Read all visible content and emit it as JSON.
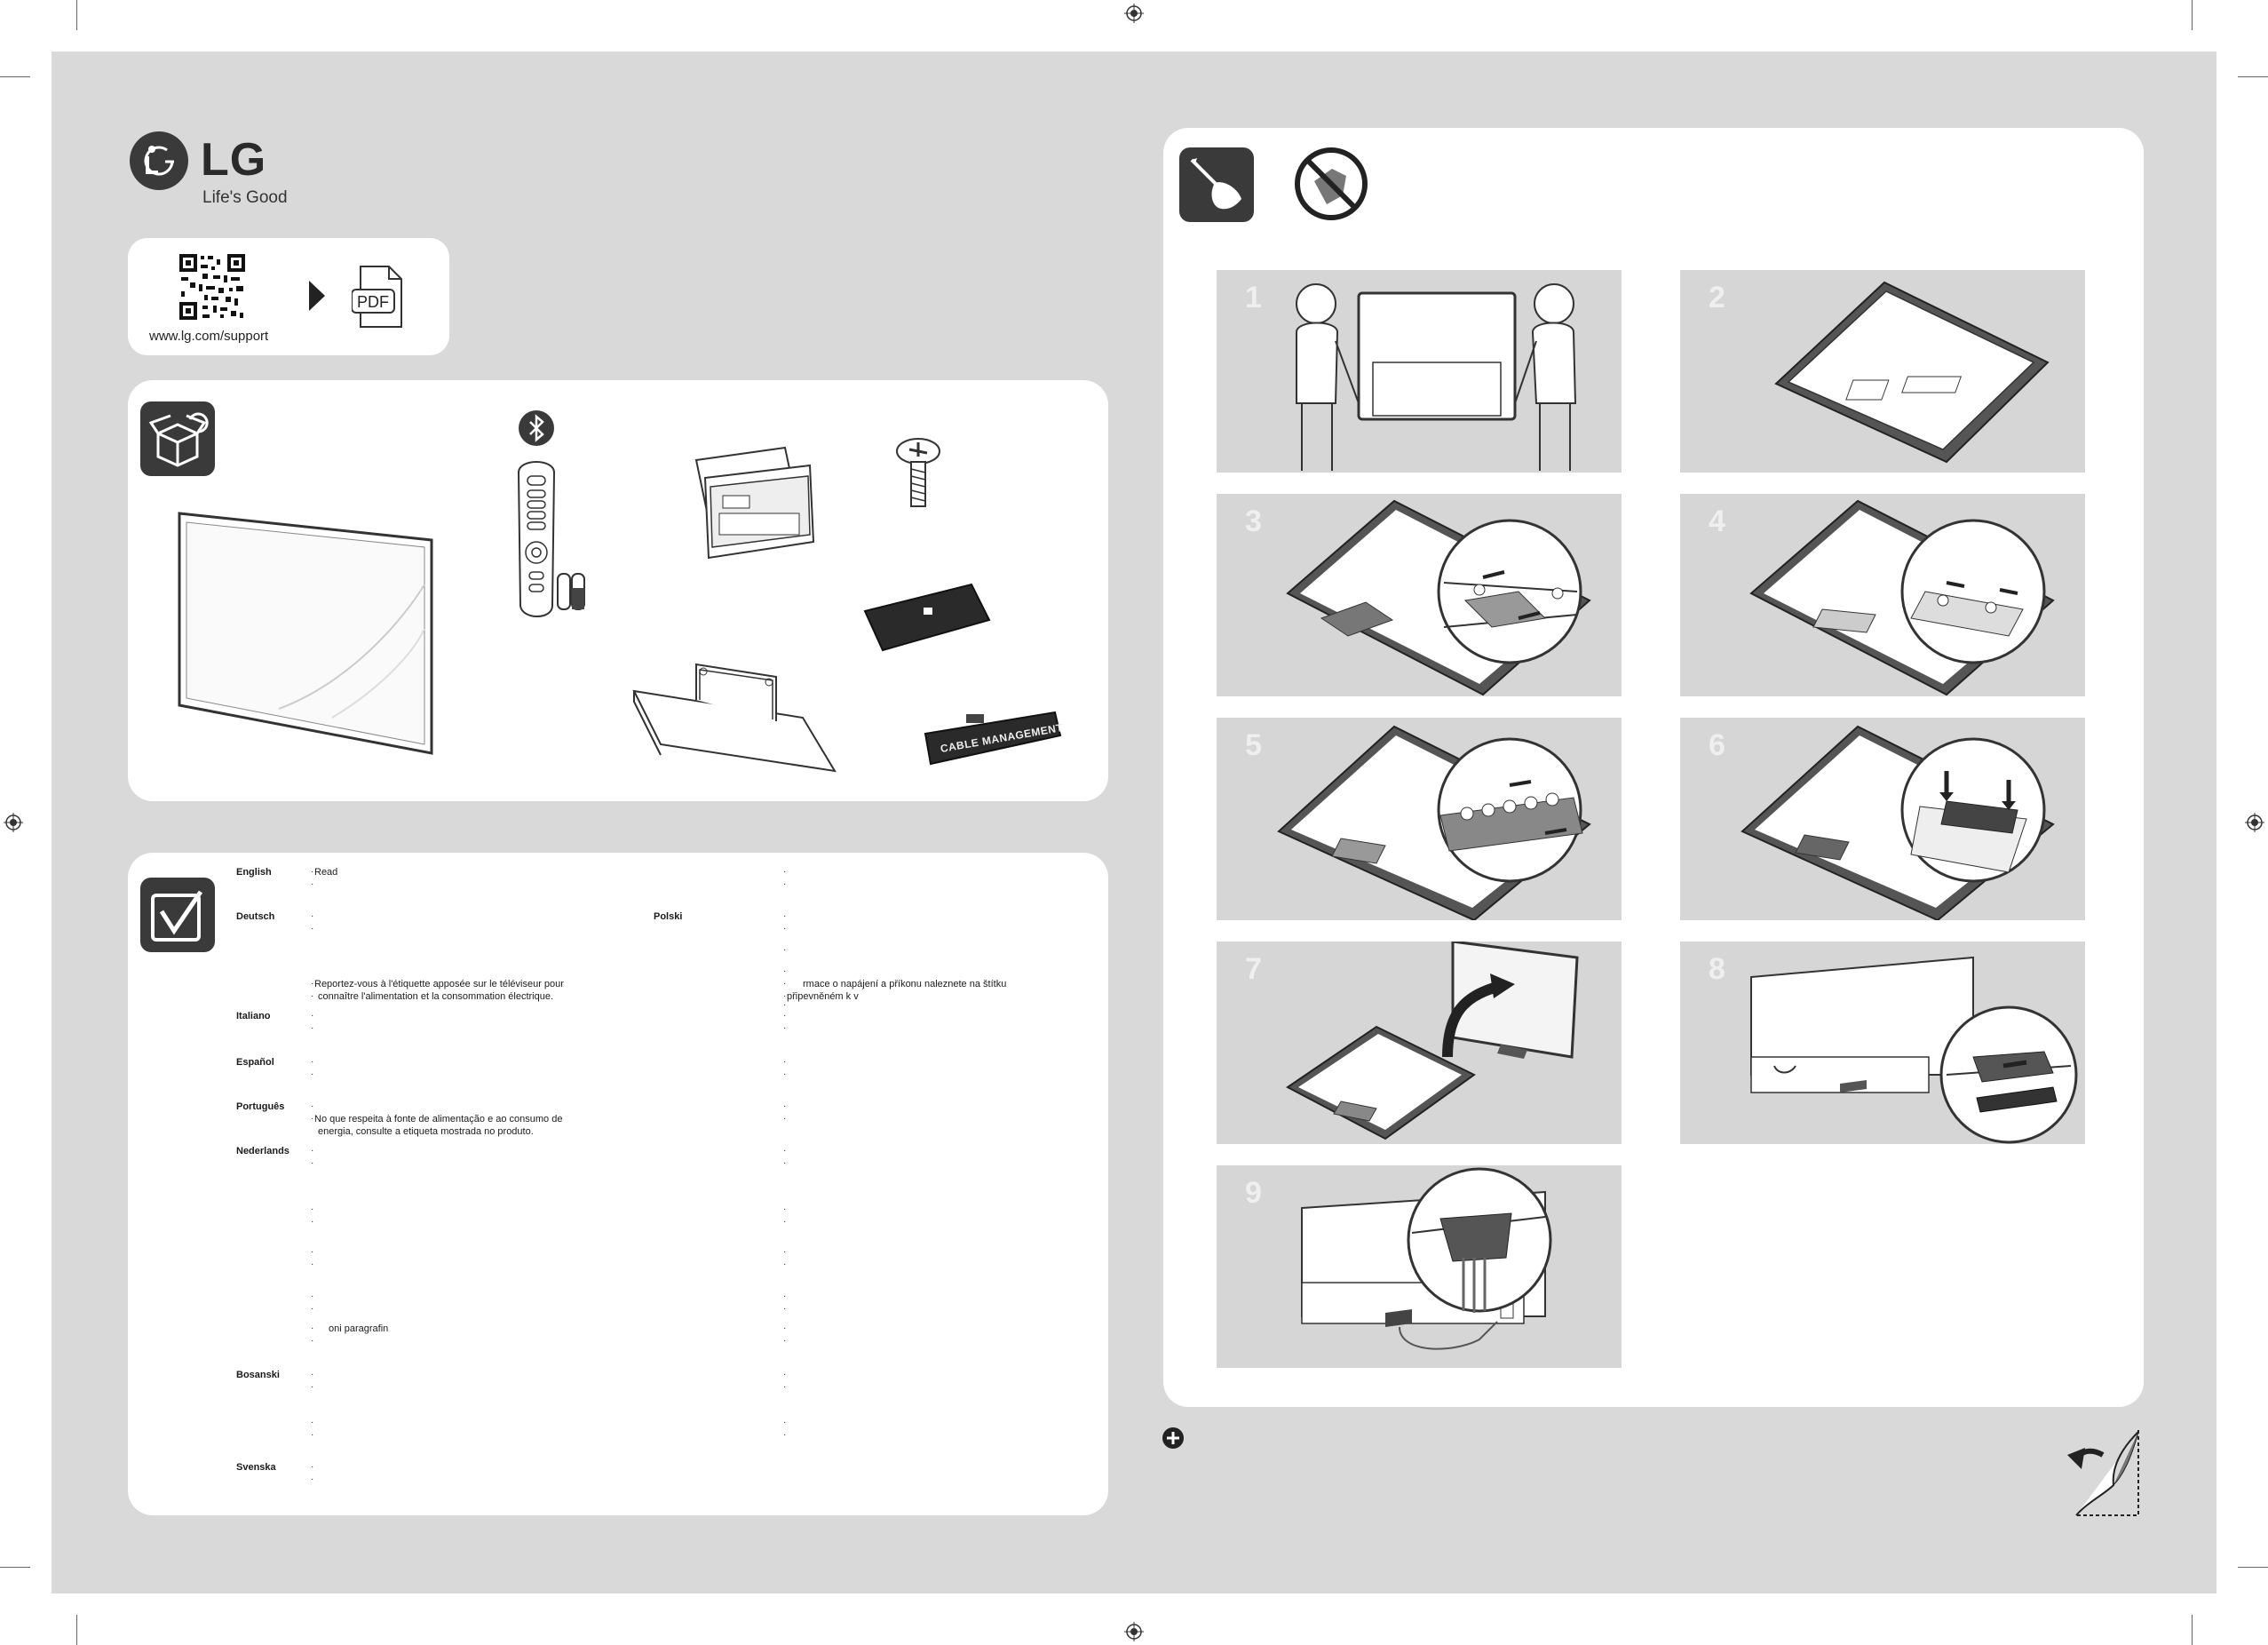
{
  "brand": {
    "name": "LG",
    "tagline": "Life's Good"
  },
  "support": {
    "url": "www.lg.com/support",
    "pdf_label": "PDF"
  },
  "accessories": {
    "cable_label": "CABLE MANAGEMENT"
  },
  "steps": [
    "1",
    "2",
    "3",
    "4",
    "5",
    "6",
    "7",
    "8",
    "9"
  ],
  "languages": {
    "english": "English",
    "deutsch": "Deutsch",
    "polski": "Polski",
    "italiano": "Italiano",
    "espanol": "Español",
    "portugues": "Português",
    "nederlands": "Nederlands",
    "bosanski": "Bosanski",
    "svenska": "Svenska"
  },
  "texts": {
    "english_read": "Read",
    "french_1": "Reportez-vous à l'étiquette apposée sur le téléviseur pour",
    "french_2": "connaître l'alimentation et la consommation électrique.",
    "czech_1": "rmace o napájení a příkonu naleznete na štítku",
    "czech_2": "připevněném k v",
    "portuguese_1": "No que respeita à fonte de alimentação e ao consumo de",
    "portuguese_2": "energia, consulte a etiqueta mostrada no produto.",
    "paragraph": "oni paragrafin"
  },
  "colors": {
    "sheet": "#d9d9d9",
    "panel": "#ffffff",
    "icon": "#3a3a3a",
    "step_bg": "#d6d6d6"
  }
}
